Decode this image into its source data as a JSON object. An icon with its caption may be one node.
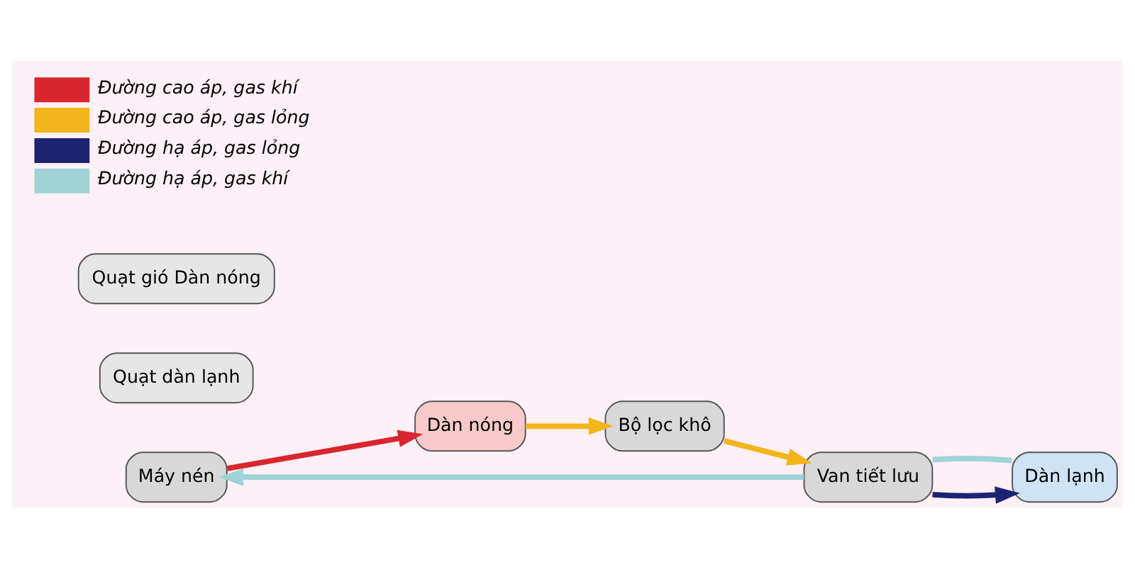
{
  "diagram": {
    "nodes": [
      {
        "text": [
          "Máy nén"
        ]
      },
      {
        "text": [
          "Van tiết lưu"
        ]
      },
      {
        "text": [
          "Quạt dàn lạnh"
        ]
      },
      {
        "text": [
          "Dàn lạnh"
        ]
      },
      {
        "text": [
          "Bộ lọc khô"
        ]
      },
      {
        "text": [
          "Dàn nóng"
        ]
      },
      {
        "text": [
          "Quạt gió Dàn nóng"
        ]
      }
    ],
    "edges": [
      {
        "from": 0,
        "to": 5,
        "arrow": "to",
        "color": "#d9262e"
      },
      {
        "from": 5,
        "to": 4,
        "arrow": "to",
        "color": "#f2b51c"
      },
      {
        "from": 4,
        "to": 1,
        "arrow": "to",
        "color": "#f2b51c"
      },
      {
        "from": 1,
        "to": 3,
        "arrow": "to",
        "color": "#1c2370"
      },
      {
        "from": 3,
        "to": 1,
        "arrow": "none",
        "color": "#9fd3d6"
      },
      {
        "from": 1,
        "to": 0,
        "arrow": "to",
        "color": "#9fd3d6"
      }
    ],
    "legend": [
      {
        "text": "Đường cao áp, gas khí",
        "color": "#d9262e"
      },
      {
        "text": "Đường cao áp, gas lỏng",
        "color": "#f2b51c"
      },
      {
        "text": "Đường hạ áp, gas lỏng",
        "color": "#1c2370"
      },
      {
        "text": "Đường hạ áp, gas khí",
        "color": "#9fd3d6"
      }
    ]
  }
}
